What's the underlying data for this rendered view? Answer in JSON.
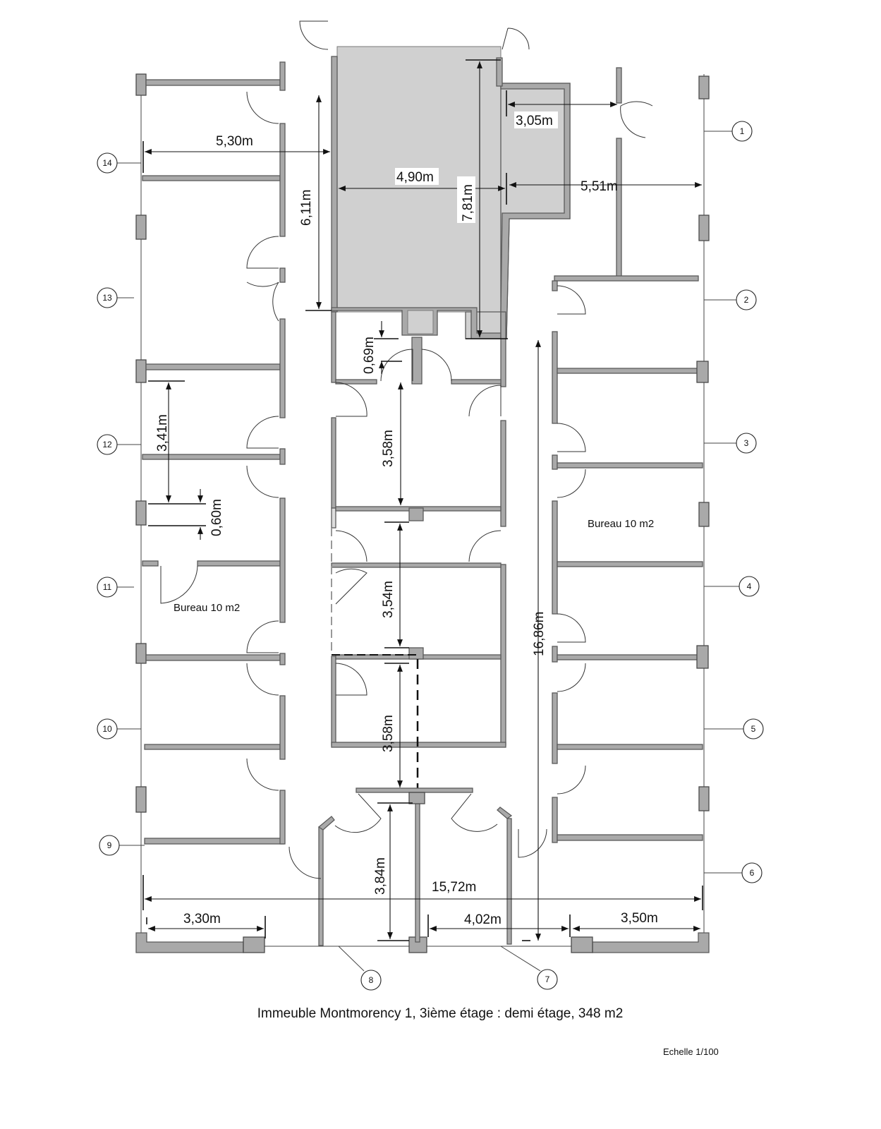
{
  "caption": "Immeuble Montmorency 1, 3ième étage : demi étage, 348 m2",
  "scale": "Echelle 1/100",
  "room_labels": [
    "Bureau 10 m2",
    "Bureau 10 m2"
  ],
  "callouts": [
    "1",
    "2",
    "3",
    "4",
    "5",
    "6",
    "7",
    "8",
    "9",
    "10",
    "11",
    "12",
    "13",
    "14"
  ],
  "dimensions": {
    "d530": "5,30m",
    "d611": "6,11m",
    "d490": "4,90m",
    "d781": "7,81m",
    "d305": "3,05m",
    "d551": "5,51m",
    "d069": "0,69m",
    "d341": "3,41m",
    "d060": "0,60m",
    "d358a": "3,58m",
    "d354": "3,54m",
    "d358b": "3,58m",
    "d1686": "16,86m",
    "d384": "3,84m",
    "d1572": "15,72m",
    "d330": "3,30m",
    "d402": "4,02m",
    "d350": "3,50m"
  },
  "colors": {
    "wall": "#a9a9a9",
    "shaded_area": "#d0d0d0"
  }
}
